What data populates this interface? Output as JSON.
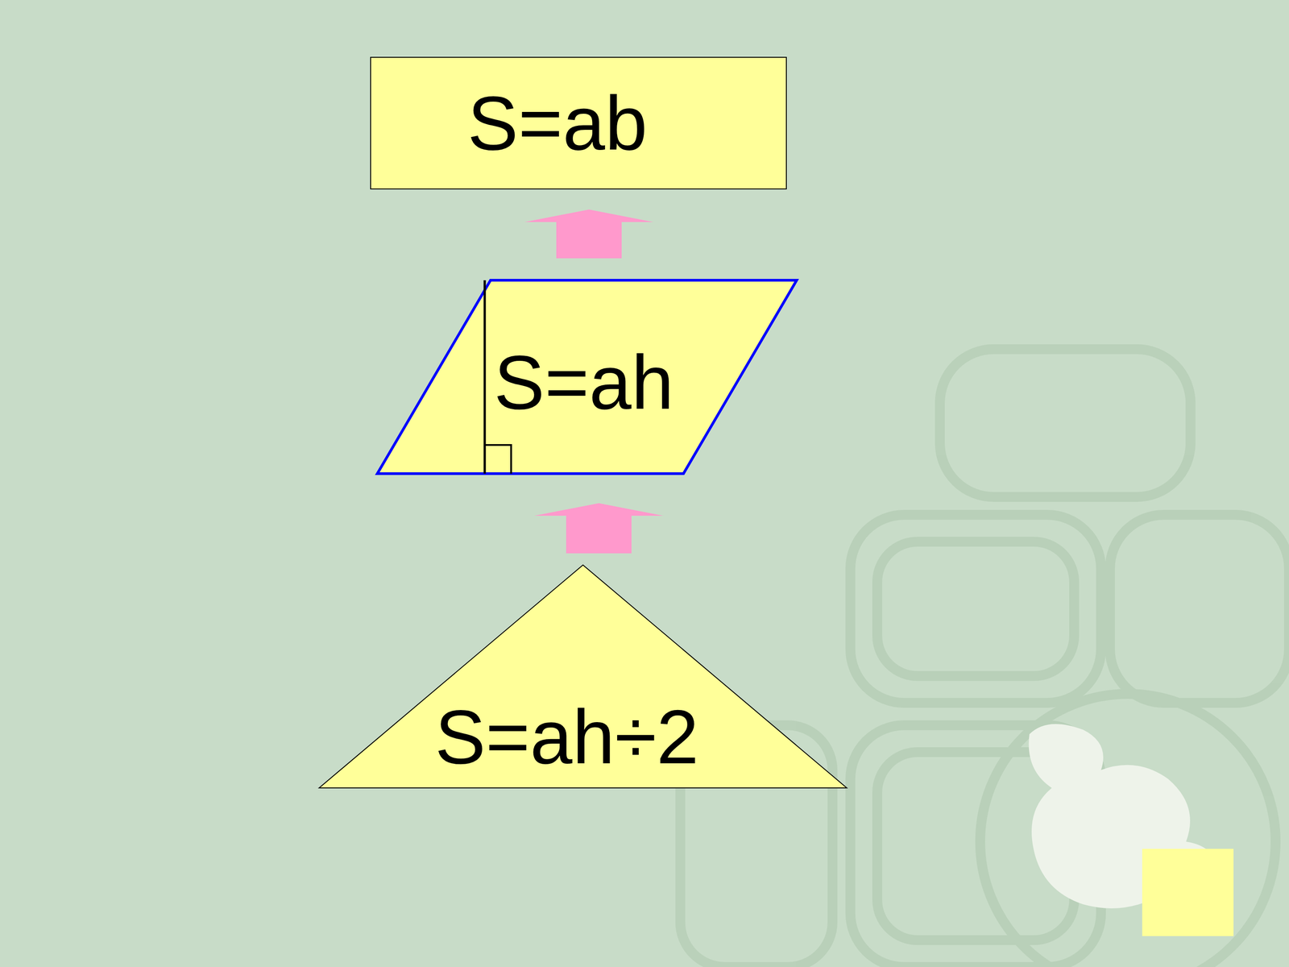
{
  "diagram": {
    "nodes": [
      {
        "text": [
          "S=ab"
        ]
      },
      {
        "text": [
          "S=ah"
        ]
      },
      {
        "text": [
          "S=ah÷2"
        ]
      }
    ],
    "edges": [
      {
        "from": 1,
        "to": 0,
        "arrow": "to"
      },
      {
        "from": 2,
        "to": 1,
        "arrow": "to"
      }
    ]
  }
}
